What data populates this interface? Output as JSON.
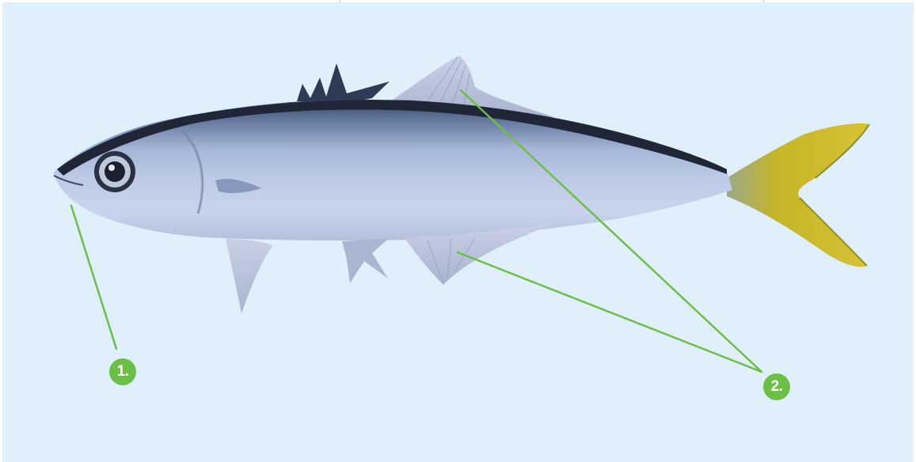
{
  "colors": {
    "background": "#dff0fc",
    "leader_line": "#6cbf45",
    "marker_fill": "#6cbf45",
    "marker_text": "#ffffff"
  },
  "image": {
    "subject": "fish-illustration"
  },
  "callouts": [
    {
      "id": "1",
      "label": "1."
    },
    {
      "id": "2",
      "label": "2."
    }
  ]
}
